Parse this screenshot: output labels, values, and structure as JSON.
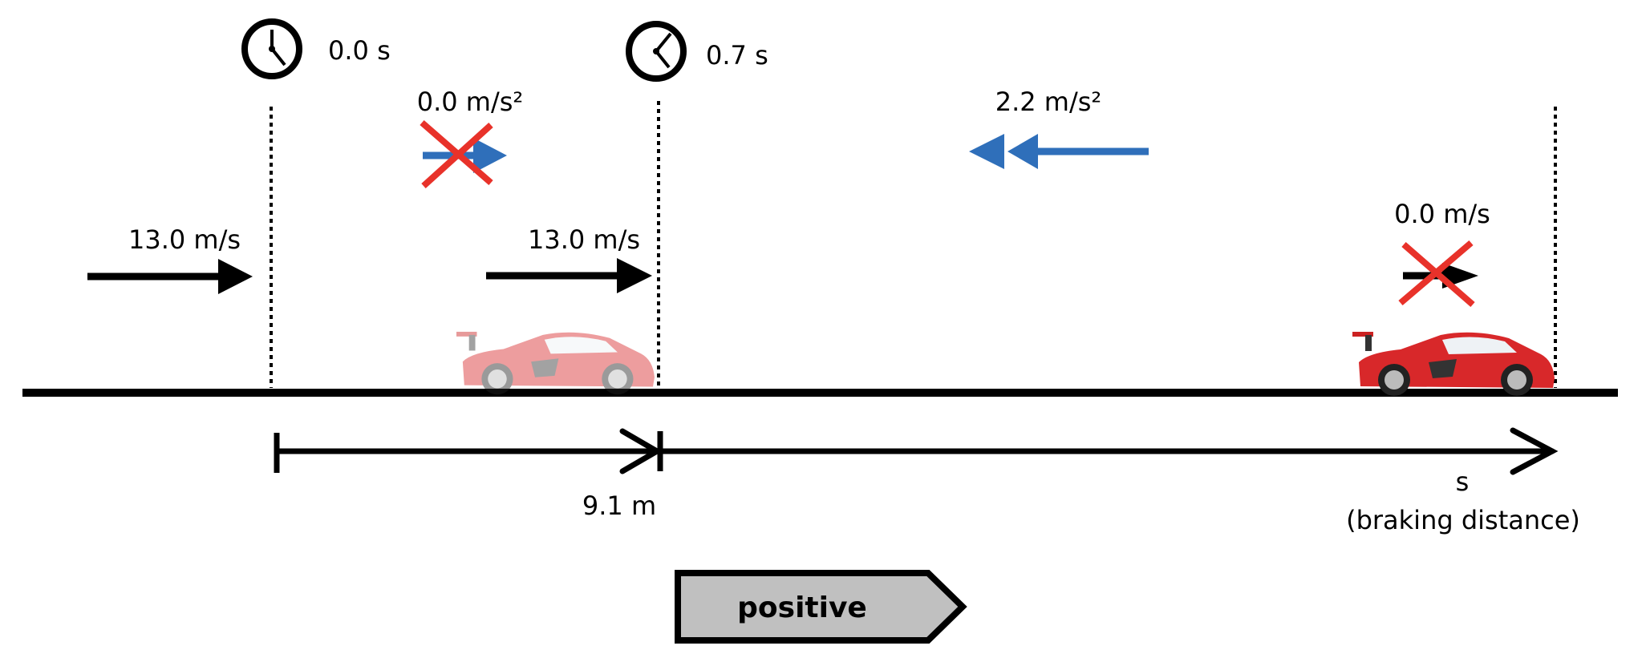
{
  "timeline": {
    "start": {
      "time": "0.0 s",
      "velocity": "13.0 m/s"
    },
    "reaction_end": {
      "time": "0.7 s",
      "velocity": "13.0 m/s"
    },
    "reaction_phase": {
      "acceleration": "0.0 m/s²",
      "acceleration_crossed_out": true,
      "distance": "9.1 m"
    },
    "braking_phase": {
      "acceleration": "2.2 m/s²",
      "final_velocity": "0.0 m/s",
      "final_velocity_crossed_out": true,
      "distance_symbol": "s",
      "distance_label": "(braking distance)"
    }
  },
  "direction_indicator": {
    "label": "positive"
  },
  "colors": {
    "acceleration_arrow": "#2f6fba",
    "cross": "#e8322a",
    "car": "#d8282a",
    "indicator_fill": "#c0c0c0"
  }
}
